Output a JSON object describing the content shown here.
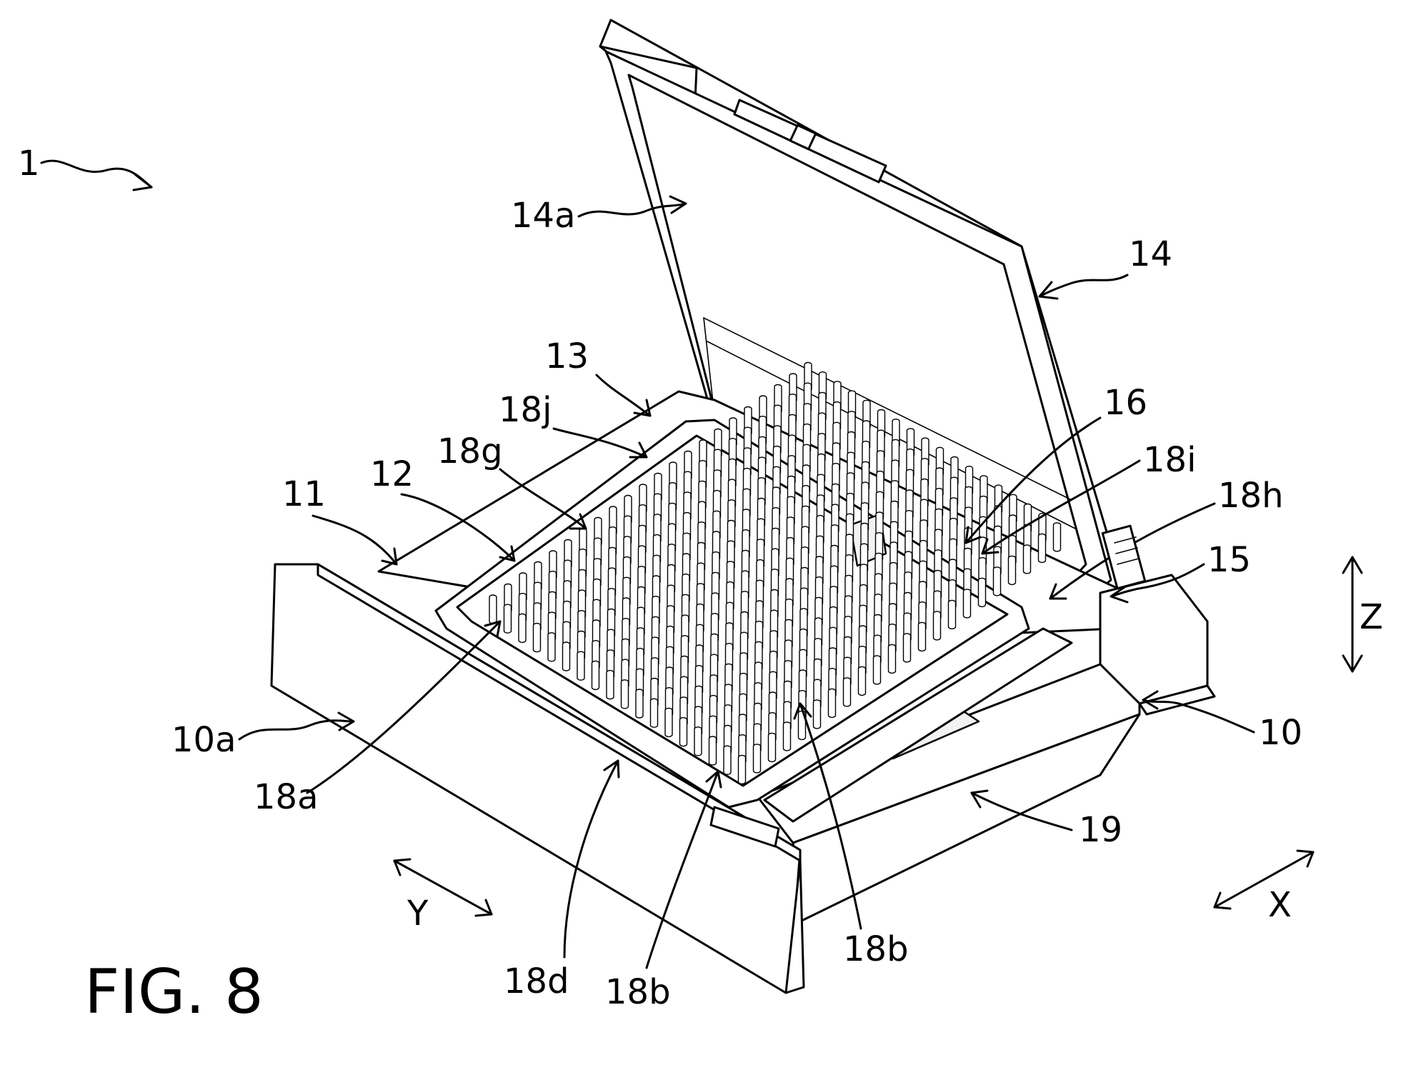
{
  "figure": {
    "caption": "FIG. 8"
  },
  "reference_numerals": [
    {
      "id": "n1",
      "text": "1"
    },
    {
      "id": "n14a",
      "text": "14a"
    },
    {
      "id": "n14",
      "text": "14"
    },
    {
      "id": "n13",
      "text": "13"
    },
    {
      "id": "n18j",
      "text": "18j"
    },
    {
      "id": "n16",
      "text": "16"
    },
    {
      "id": "n18g",
      "text": "18g"
    },
    {
      "id": "n18i",
      "text": "18i"
    },
    {
      "id": "n12",
      "text": "12"
    },
    {
      "id": "n11",
      "text": "11"
    },
    {
      "id": "n18h",
      "text": "18h"
    },
    {
      "id": "n15",
      "text": "15"
    },
    {
      "id": "nZ",
      "text": "Z"
    },
    {
      "id": "n10",
      "text": "10"
    },
    {
      "id": "n10a",
      "text": "10a"
    },
    {
      "id": "n18a",
      "text": "18a"
    },
    {
      "id": "n19",
      "text": "19"
    },
    {
      "id": "nY",
      "text": "Y"
    },
    {
      "id": "nX",
      "text": "X"
    },
    {
      "id": "n18b_right",
      "text": "18b"
    },
    {
      "id": "n18d",
      "text": "18d"
    },
    {
      "id": "n18b_left",
      "text": "18b"
    }
  ]
}
